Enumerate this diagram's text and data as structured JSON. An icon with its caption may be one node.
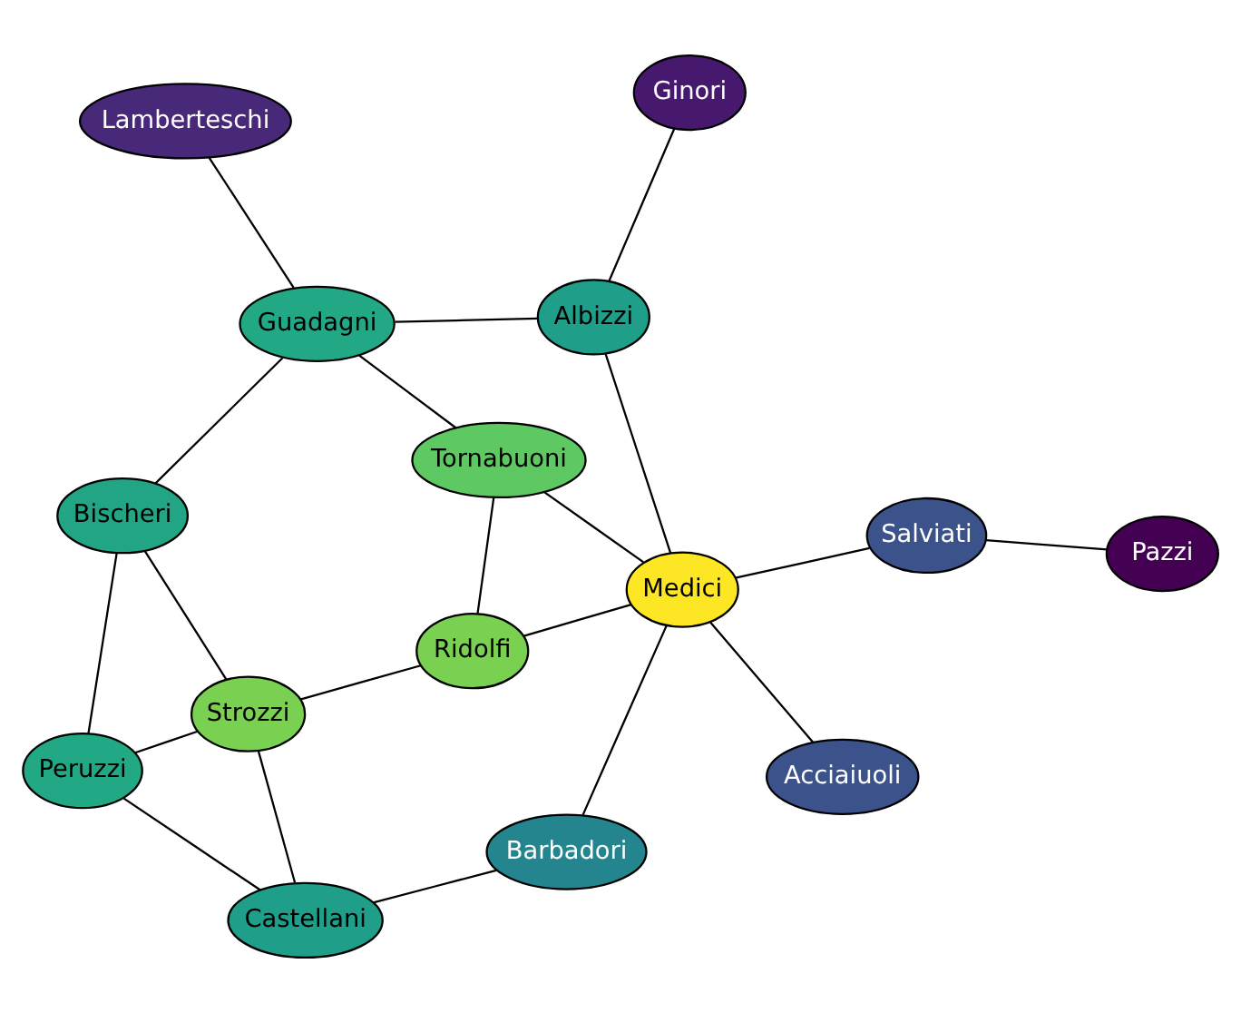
{
  "diagram": {
    "nodes": [
      {
        "text": [
          "Lamberteschi"
        ]
      },
      {
        "text": [
          "Guadagni"
        ]
      },
      {
        "text": [
          "Bischeri"
        ]
      },
      {
        "text": [
          "Peruzzi"
        ]
      },
      {
        "text": [
          "Ginori"
        ]
      },
      {
        "text": [
          "Strozzi"
        ]
      },
      {
        "text": [
          "Albizzi"
        ]
      },
      {
        "text": [
          "Tornabuoni"
        ]
      },
      {
        "text": [
          "Ridolfi"
        ]
      },
      {
        "text": [
          "Castellani"
        ]
      },
      {
        "text": [
          "Medici"
        ]
      },
      {
        "text": [
          "Barbadori"
        ]
      },
      {
        "text": [
          "Acciaiuoli"
        ]
      },
      {
        "text": [
          "Salviati"
        ]
      },
      {
        "text": [
          "Pazzi"
        ]
      }
    ],
    "edges": [
      {
        "from": 12,
        "to": 10,
        "arrow": "none"
      },
      {
        "from": 10,
        "to": 11,
        "arrow": "none"
      },
      {
        "from": 10,
        "to": 8,
        "arrow": "none"
      },
      {
        "from": 10,
        "to": 7,
        "arrow": "none"
      },
      {
        "from": 10,
        "to": 6,
        "arrow": "none"
      },
      {
        "from": 10,
        "to": 13,
        "arrow": "none"
      },
      {
        "from": 9,
        "to": 3,
        "arrow": "none"
      },
      {
        "from": 9,
        "to": 5,
        "arrow": "none"
      },
      {
        "from": 9,
        "to": 11,
        "arrow": "none"
      },
      {
        "from": 5,
        "to": 3,
        "arrow": "none"
      },
      {
        "from": 5,
        "to": 8,
        "arrow": "none"
      },
      {
        "from": 5,
        "to": 2,
        "arrow": "none"
      },
      {
        "from": 3,
        "to": 2,
        "arrow": "none"
      },
      {
        "from": 2,
        "to": 1,
        "arrow": "none"
      },
      {
        "from": 1,
        "to": 0,
        "arrow": "none"
      },
      {
        "from": 1,
        "to": 7,
        "arrow": "none"
      },
      {
        "from": 1,
        "to": 6,
        "arrow": "none"
      },
      {
        "from": 6,
        "to": 4,
        "arrow": "none"
      },
      {
        "from": 13,
        "to": 14,
        "arrow": "none"
      },
      {
        "from": 8,
        "to": 7,
        "arrow": "none"
      }
    ]
  }
}
